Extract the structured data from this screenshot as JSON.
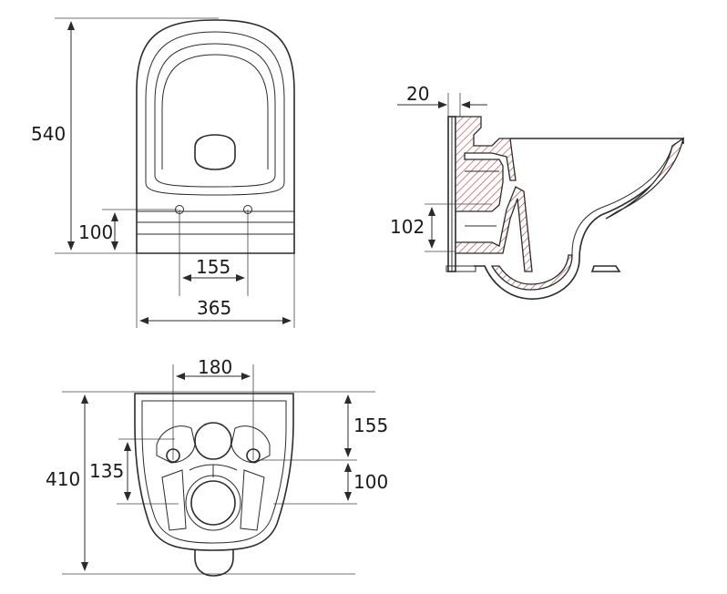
{
  "colors": {
    "line": "#2b2b2b",
    "hatch": "#b35454",
    "background": "#ffffff"
  },
  "front_view": {
    "height": "540",
    "fixing_height": "100",
    "bolt_spacing": "155",
    "width": "365"
  },
  "side_view": {
    "wall_offset": "20",
    "inlet_height": "102"
  },
  "bottom_view": {
    "bolt_spacing": "180",
    "depth": "410",
    "bolt_to_wall": "135",
    "rear_to_bolt": "155",
    "bolt_to_front": "100"
  }
}
